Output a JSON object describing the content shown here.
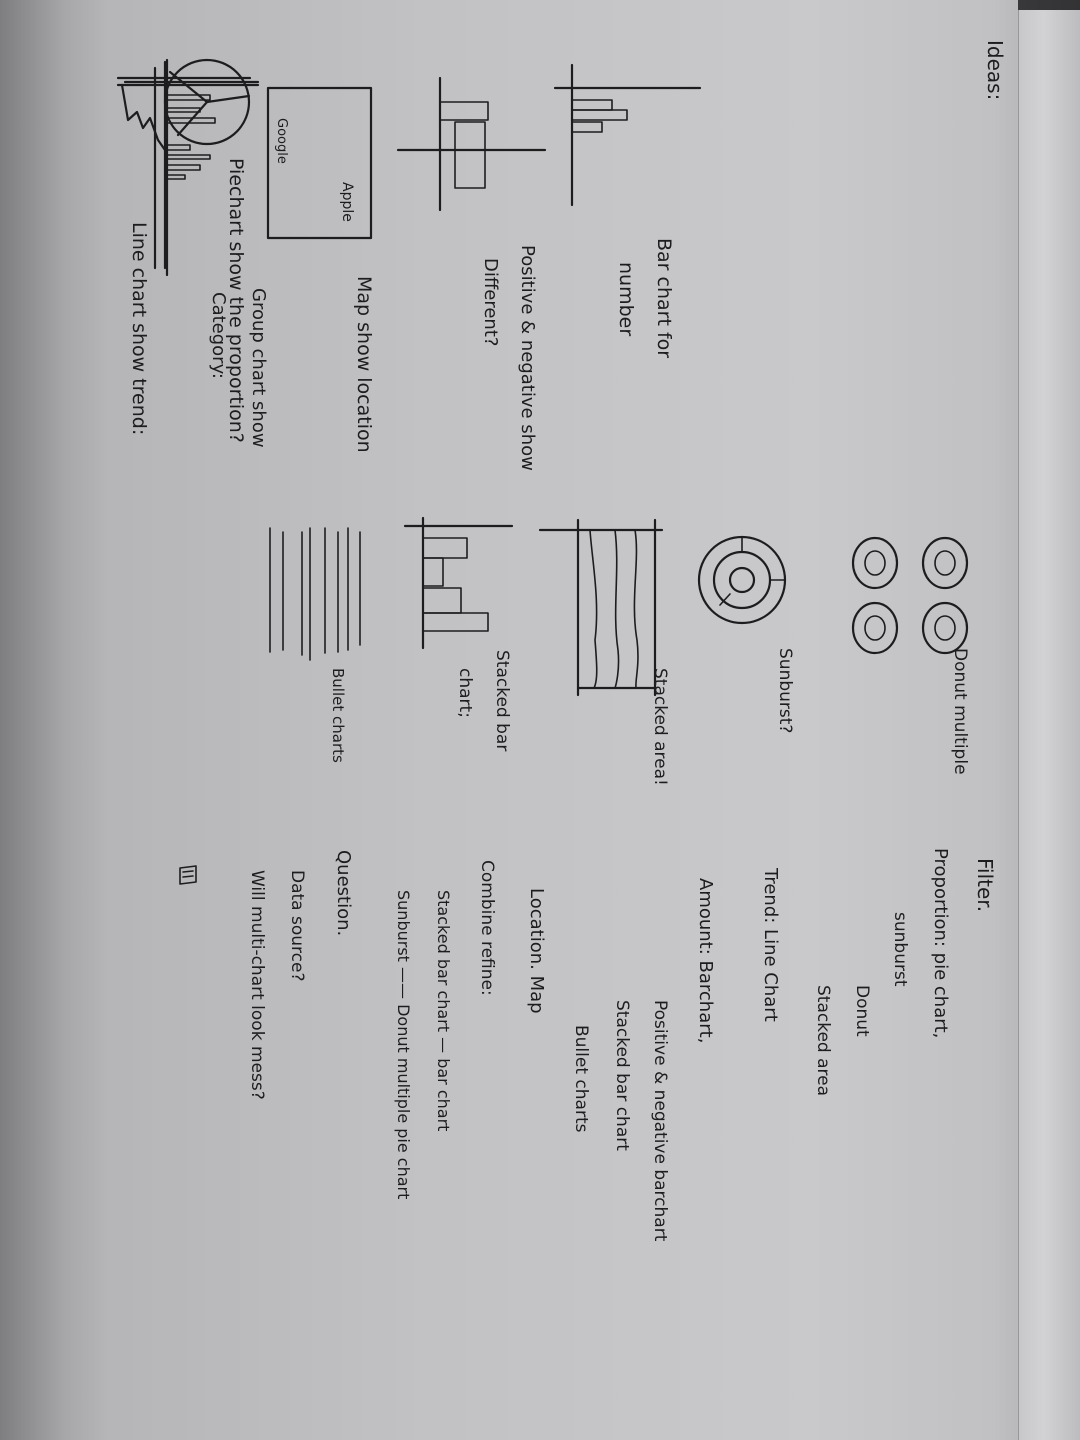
{
  "colors": {
    "ink": "#1d1d1f",
    "paper": "#c6c6c8"
  },
  "left": {
    "heading": "Ideas:",
    "items": [
      {
        "line1": "Piechart show the proportion?",
        "line2": ""
      },
      {
        "line1": "Line chart show trend:",
        "line2": ""
      },
      {
        "line1": "Bar chart for",
        "line2": "number"
      },
      {
        "line1": "Positive & negative show",
        "line2": "Different?"
      },
      {
        "line1": "Map show location",
        "line2": ""
      },
      {
        "line1": "Group chart show",
        "line2": "Category:"
      }
    ],
    "map_label": "Apple",
    "map_inner_label": "Google"
  },
  "middle": {
    "items": [
      {
        "line1": "Donut multiple",
        "line2": ""
      },
      {
        "line1": "Sunburst?",
        "line2": ""
      },
      {
        "line1": "Stacked area!",
        "line2": ""
      },
      {
        "line1": "Stacked bar",
        "line2": "chart;"
      },
      {
        "line1": "Bullet charts",
        "line2": ""
      }
    ]
  },
  "right": {
    "heading": "Filter.",
    "lines": [
      "Proportion:   pie chart,",
      "sunburst",
      "Donut",
      "Stacked area",
      "Trend:  Line Chart",
      "Amount:   Barchart,",
      "Positive & negative barchart",
      "Stacked  bar  chart",
      "Bullet  charts",
      "Location.  Map",
      "Combine  refine:",
      "Stacked  bar chart —  bar chart",
      "Sunburst  ——  Donut  multiple  pie  chart",
      "Question.",
      "Data  source?",
      "Will  multi-chart  look  mess?"
    ]
  }
}
